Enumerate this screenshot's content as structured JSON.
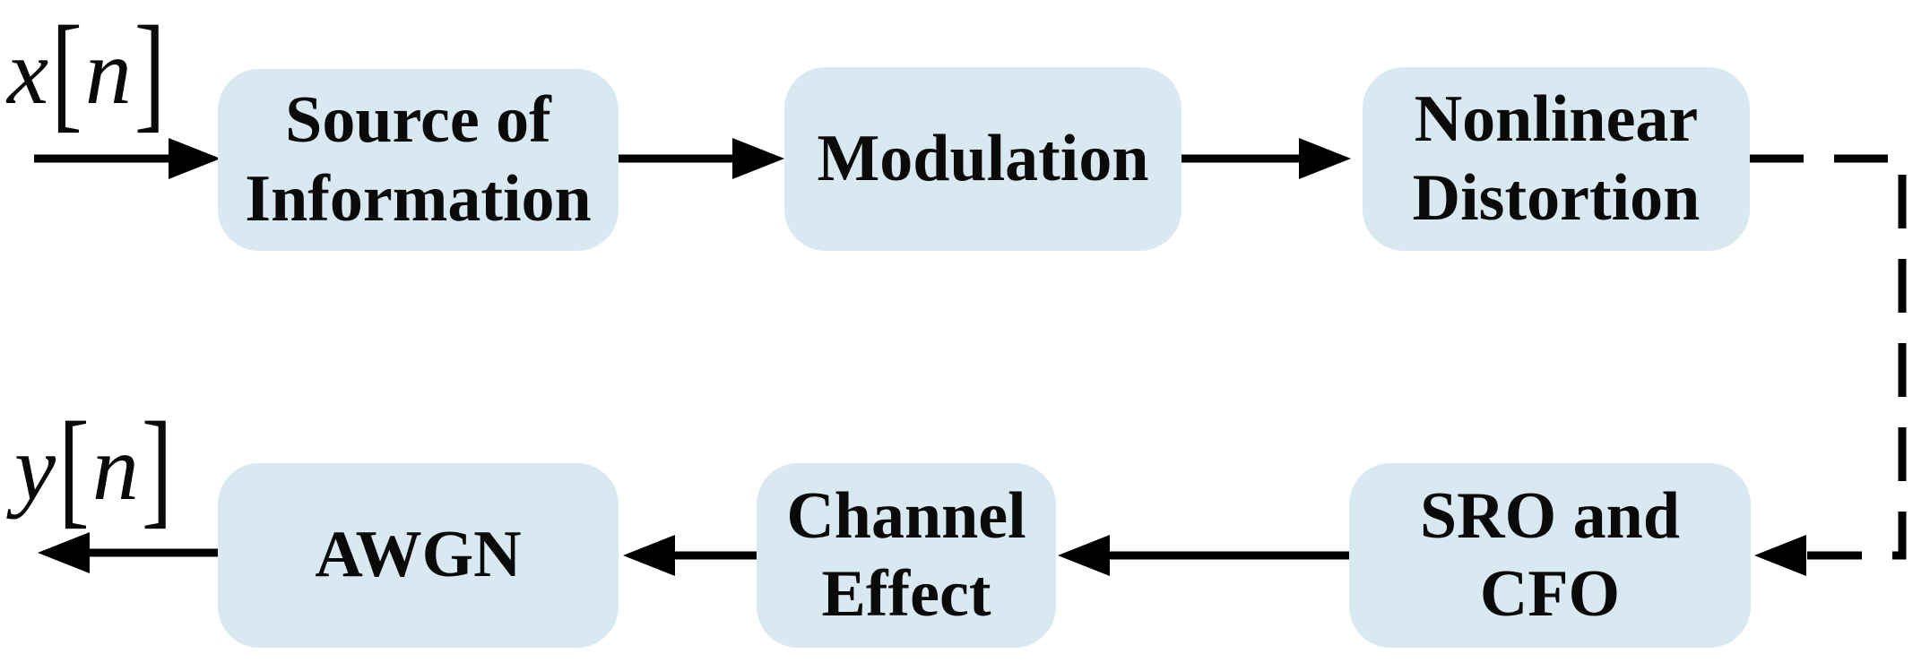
{
  "diagram": {
    "title": "",
    "colors": {
      "background": "#ffffff",
      "box_fill": "#d9e9f1",
      "line_color": "#000000",
      "text_color": "#0a0a0a"
    },
    "input_label": {
      "symbol": "x",
      "open_bracket": "[",
      "index": "n",
      "close_bracket": "]"
    },
    "output_label": {
      "symbol": "y",
      "open_bracket": "[",
      "index": "n",
      "close_bracket": "]"
    },
    "blocks": [
      {
        "id": "source-of-information",
        "lines": [
          "Source of",
          "Information"
        ]
      },
      {
        "id": "modulation",
        "lines": [
          "Modulation"
        ]
      },
      {
        "id": "nonlinear-distortion",
        "lines": [
          "Nonlinear",
          "Distortion"
        ]
      },
      {
        "id": "awgn",
        "lines": [
          "AWGN"
        ]
      },
      {
        "id": "channel-effect",
        "lines": [
          "Channel",
          "Effect"
        ]
      },
      {
        "id": "sro-and-cfo",
        "lines": [
          "SRO and",
          "CFO"
        ]
      }
    ],
    "connections": [
      {
        "from": "x[n] input",
        "to": "Source of Information",
        "style": "solid"
      },
      {
        "from": "Source of Information",
        "to": "Modulation",
        "style": "solid"
      },
      {
        "from": "Modulation",
        "to": "Nonlinear Distortion",
        "style": "solid"
      },
      {
        "from": "Nonlinear Distortion",
        "to": "SRO and CFO",
        "style": "dashed"
      },
      {
        "from": "SRO and CFO",
        "to": "Channel Effect",
        "style": "solid"
      },
      {
        "from": "Channel Effect",
        "to": "AWGN",
        "style": "solid"
      },
      {
        "from": "AWGN",
        "to": "y[n] output",
        "style": "solid"
      }
    ]
  }
}
